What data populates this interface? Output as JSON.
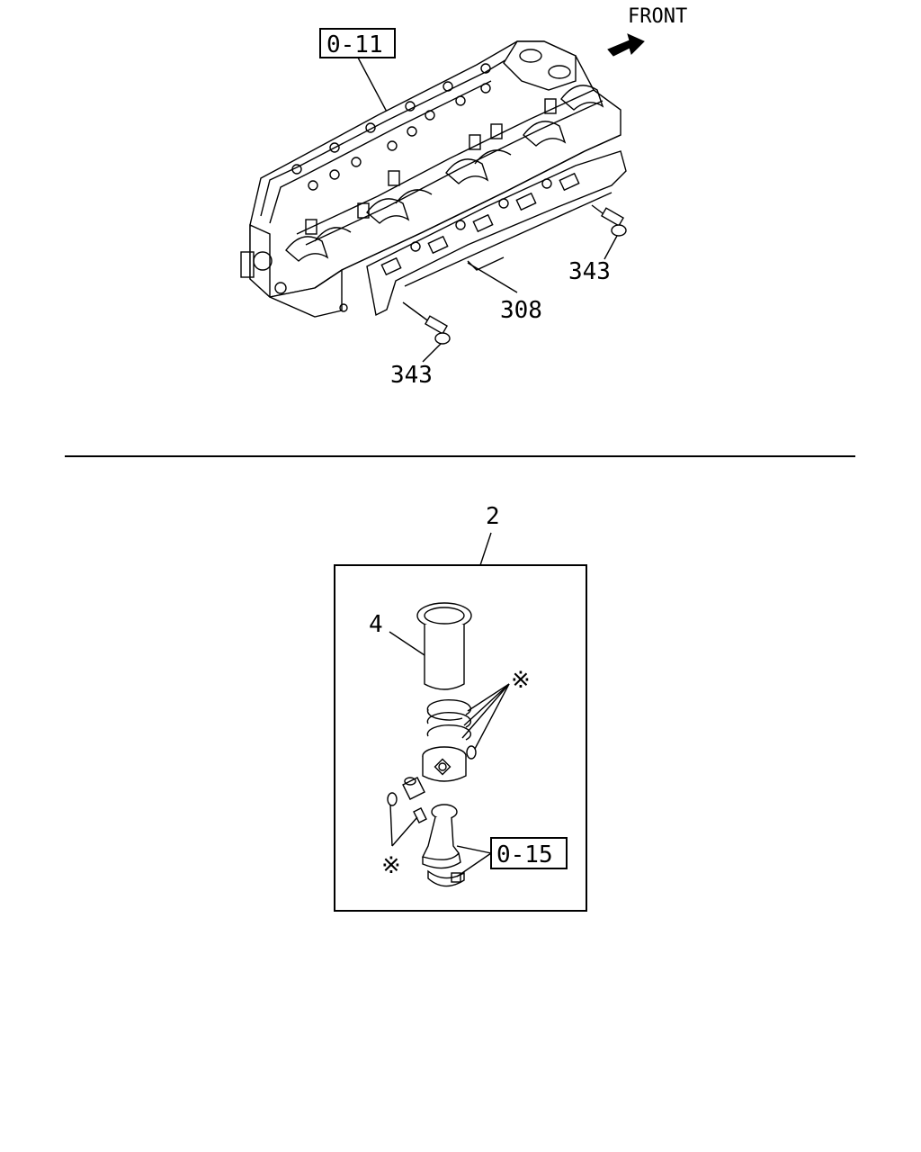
{
  "top_view": {
    "front_label": "FRONT",
    "ref_block": "0-11",
    "callout_gasket": "308",
    "callout_bolt_right": "343",
    "callout_bolt_left": "343"
  },
  "bottom_view": {
    "kit_number": "2",
    "callout_liner": "4",
    "asterisk_rings": "※",
    "asterisk_pins": "※",
    "ref_conrod": "0-15"
  }
}
